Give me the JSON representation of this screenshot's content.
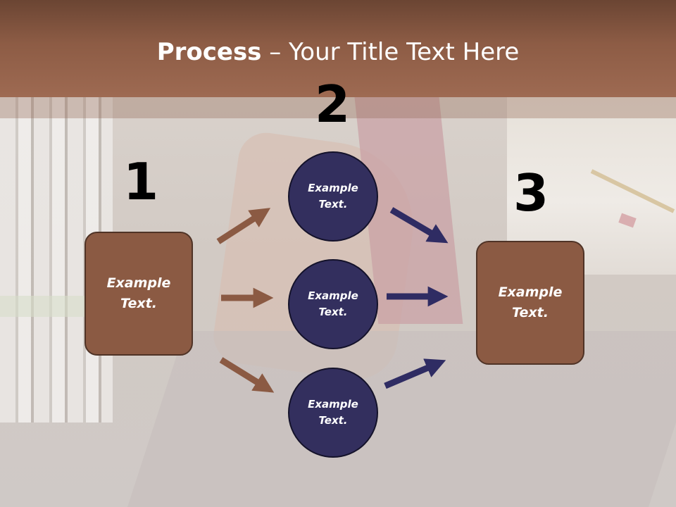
{
  "slide": {
    "title_strong": "Process",
    "title_rest": " – Your Title Text Here"
  },
  "steps": {
    "one": "1",
    "two": "2",
    "three": "3"
  },
  "nodes": {
    "left_box": {
      "line1": "Example",
      "line2": "Text."
    },
    "circle_top": {
      "line1": "Example",
      "line2": "Text."
    },
    "circle_mid": {
      "line1": "Example",
      "line2": "Text."
    },
    "circle_bot": {
      "line1": "Example",
      "line2": "Text."
    },
    "right_box": {
      "line1": "Example",
      "line2": "Text."
    }
  },
  "colors": {
    "brown_box": "#8b5a43",
    "navy_circle": "#332f5e",
    "brown_arrow": "#8b5a43",
    "navy_arrow": "#2f2c63",
    "title_bar": "#8d5c45"
  }
}
